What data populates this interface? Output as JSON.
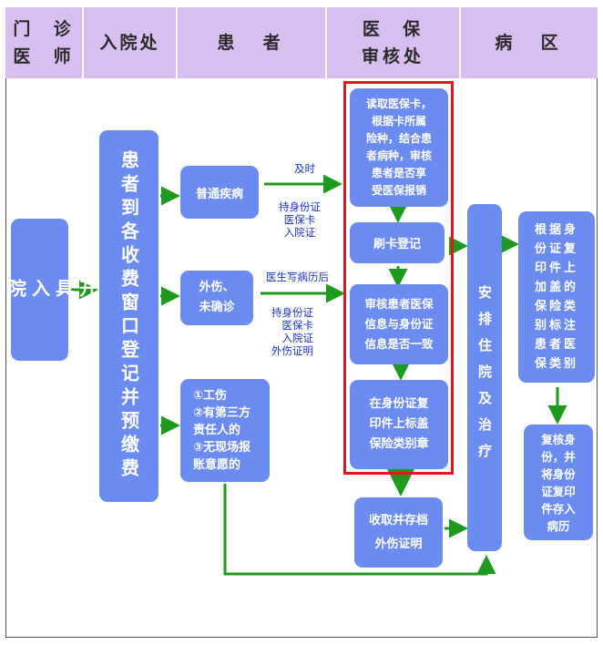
{
  "colors": {
    "header_bg": "#d9bff0",
    "box_bg": "#6c8bf0",
    "arrow": "#1e9a1e",
    "highlight": "#e8141b",
    "label": "#1a33cc"
  },
  "headers": [
    {
      "id": "menzhen",
      "text": "门  诊\n医  师"
    },
    {
      "id": "ruyuan",
      "text": "入院处"
    },
    {
      "id": "huanzhe",
      "text": "患  者"
    },
    {
      "id": "yibao",
      "text": "医  保\n审核处"
    },
    {
      "id": "bingqu",
      "text": "病  区"
    }
  ],
  "nodes": {
    "issue_cert": "开\n具\n入\n院\n证",
    "register_prepay": "患者到各收费窗口登记并预缴费",
    "common_disease": "普通疾病",
    "trauma": "外伤、\n未确诊",
    "special_cases": "①工伤\n②有第三方\n责任人的\n③无现场报\n账意愿的",
    "read_card": "读取医保卡，\n根据卡所属\n险种，结合患\n者病种，审核\n患者是否享\n受医保报销",
    "swipe_register": "刷卡登记",
    "verify_info": "审核患者医保\n信息与身份证\n信息是否一致",
    "stamp_copy": "在身份证复\n印件上标盖\n保险类别章",
    "collect_file": "收取并存档\n外伤证明",
    "admit_treat": "安排住院及治疗",
    "ward_mark": "根据身\n份证复\n印件上\n加盖的\n保险类\n别标注\n患者医\n保类别",
    "ward_recheck": "复核身\n份，并\n将身份\n证复印\n件存入\n病历"
  },
  "labels": {
    "in_time": "及时",
    "docs_common": "持身份证\n医保卡\n入院证",
    "doctor_write": "医生写病历后",
    "docs_trauma": "持身份证\n医保卡\n入院证\n外伤证明"
  }
}
